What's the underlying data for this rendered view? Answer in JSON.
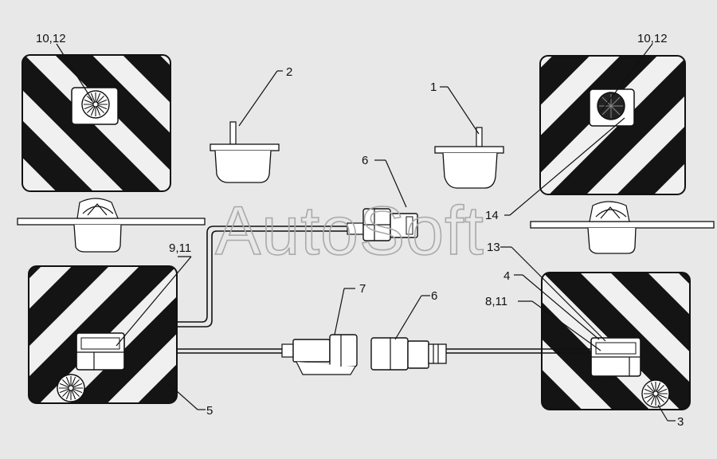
{
  "watermark": "AutoSoft",
  "callouts": {
    "c_10_12_left": "10,12",
    "c_10_12_right": "10,12",
    "c_2": "2",
    "c_1": "1",
    "c_6_top": "6",
    "c_14": "14",
    "c_9_11": "9,11",
    "c_13": "13",
    "c_4": "4",
    "c_8_11": "8,11",
    "c_7": "7",
    "c_6_bottom": "6",
    "c_5": "5",
    "c_3": "3"
  },
  "colors": {
    "background": "#e8e8e8",
    "panel_dark": "#141414",
    "panel_light": "#f0f0f0",
    "line": "#111111",
    "watermark": "#a9a9a9"
  }
}
